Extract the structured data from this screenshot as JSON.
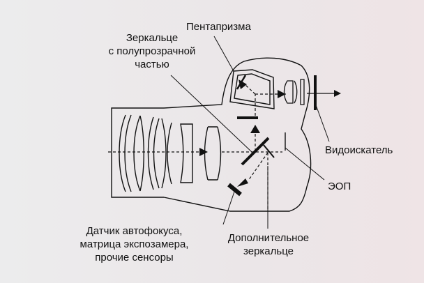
{
  "labels": {
    "pentaprism": "Пентапризма",
    "mirror": [
      "Зеркальце",
      "с полупрозрачной",
      "частью"
    ],
    "viewfinder": "Видоискатель",
    "eop": "ЭОП",
    "autofocus": [
      "Датчик автофокуса,",
      "матрица экспозамера,",
      "прочие сенсоры"
    ],
    "secondary_mirror": [
      "Дополнительное",
      "зеркальце"
    ]
  }
}
